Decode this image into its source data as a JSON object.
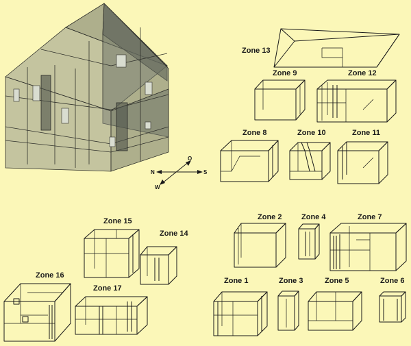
{
  "figure": {
    "zone_labels": {
      "zone13": "Zone 13",
      "zone9": "Zone 9",
      "zone12": "Zone 12",
      "zone8": "Zone 8",
      "zone10": "Zone 10",
      "zone11": "Zone 11",
      "zone15": "Zone 15",
      "zone14": "Zone 14",
      "zone16": "Zone 16",
      "zone17": "Zone 17",
      "zone2": "Zone 2",
      "zone4": "Zone 4",
      "zone7": "Zone 7",
      "zone1": "Zone 1",
      "zone3": "Zone 3",
      "zone5": "Zone 5",
      "zone6": "Zone 6"
    },
    "compass": {
      "north": "N",
      "east": "O",
      "south": "S",
      "west": "W"
    },
    "colors": {
      "background": "#fbf7b8",
      "line": "#1a1a1a",
      "house": "#6f7468"
    }
  }
}
